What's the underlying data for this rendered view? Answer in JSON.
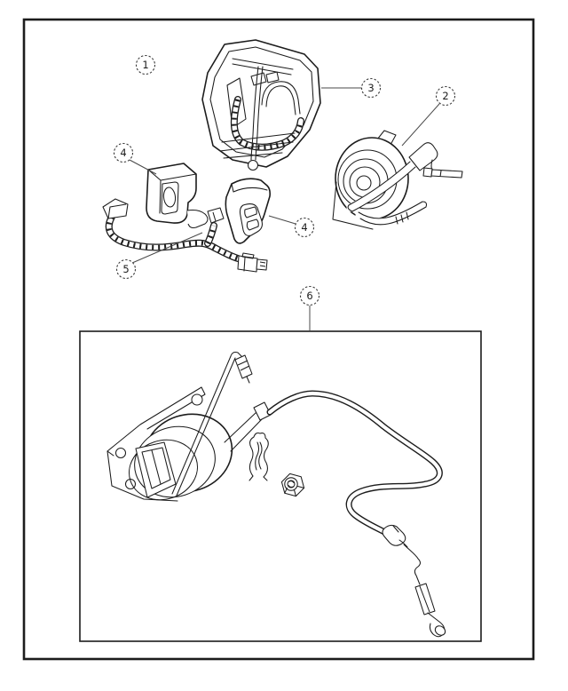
{
  "diagram": {
    "background_color": "#ffffff",
    "line_color": "#1c1c1c",
    "callout_stroke_color": "#3a3a3a",
    "callouts": [
      {
        "label": "1"
      },
      {
        "label": "2"
      },
      {
        "label": "3"
      },
      {
        "label": "4"
      },
      {
        "label": "4"
      },
      {
        "label": "5"
      },
      {
        "label": "6"
      }
    ]
  }
}
